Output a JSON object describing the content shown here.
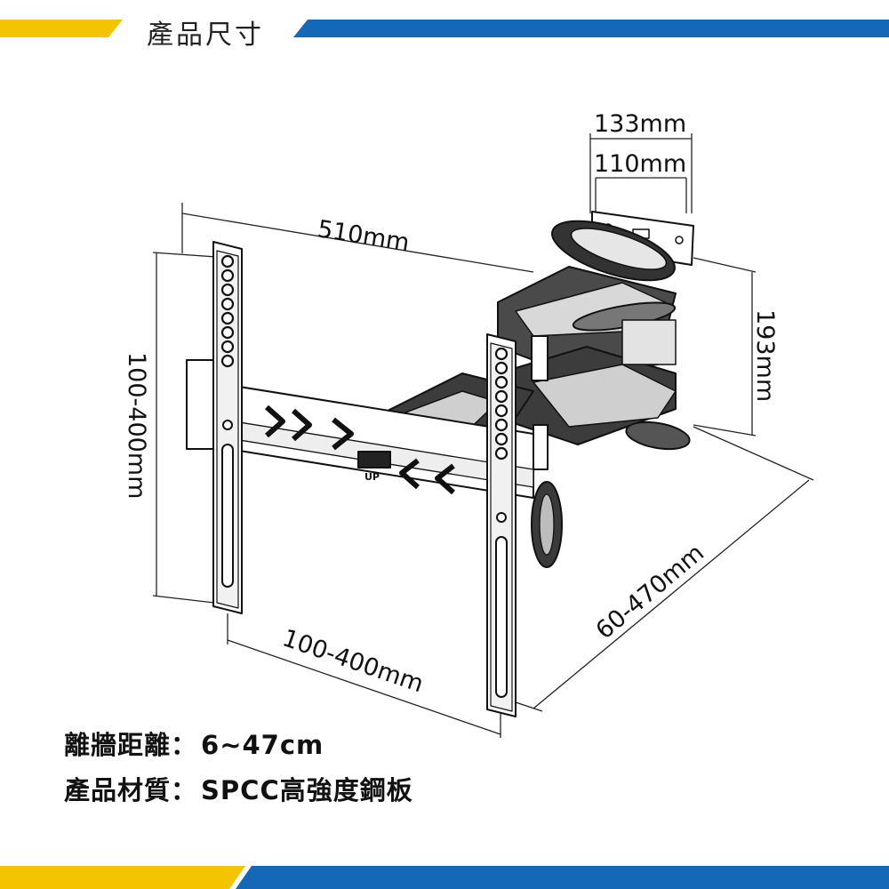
{
  "header": {
    "title": "產品尺寸",
    "accent_yellow": "#F5C400",
    "accent_blue": "#1568B8"
  },
  "dimensions": {
    "top_outer": "133mm",
    "top_inner": "110mm",
    "width": "510mm",
    "right_height": "193mm",
    "vesa_vertical": "100-400mm",
    "vesa_horizontal": "100-400mm",
    "extension": "60-470mm"
  },
  "product_label": "UP",
  "specs": [
    {
      "label": "離牆距離：",
      "value": "6~47cm"
    },
    {
      "label": "產品材質：",
      "value": "SPCC高強度鋼板"
    }
  ]
}
